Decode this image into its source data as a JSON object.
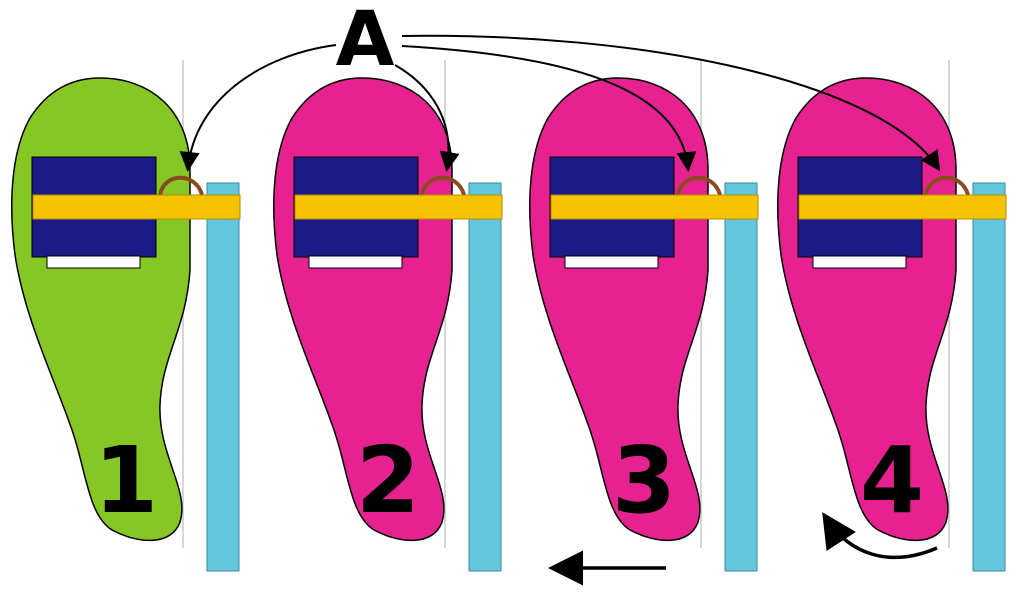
{
  "label": "A",
  "colors": {
    "active_paddle": "#86c726",
    "paddle": "#e62290",
    "block": "#1c1a86",
    "bar": "#f6c300",
    "post": "#62c6dc",
    "loop": "#8a4b1e",
    "guide_line": "#c8c8c8",
    "arrow": "#000000"
  },
  "panels": [
    {
      "number": "1",
      "state": "active"
    },
    {
      "number": "2",
      "state": "inactive"
    },
    {
      "number": "3",
      "state": "inactive"
    },
    {
      "number": "4",
      "state": "inactive"
    }
  ],
  "icons": [
    "curved-arrow-icon",
    "left-arrow-icon"
  ]
}
